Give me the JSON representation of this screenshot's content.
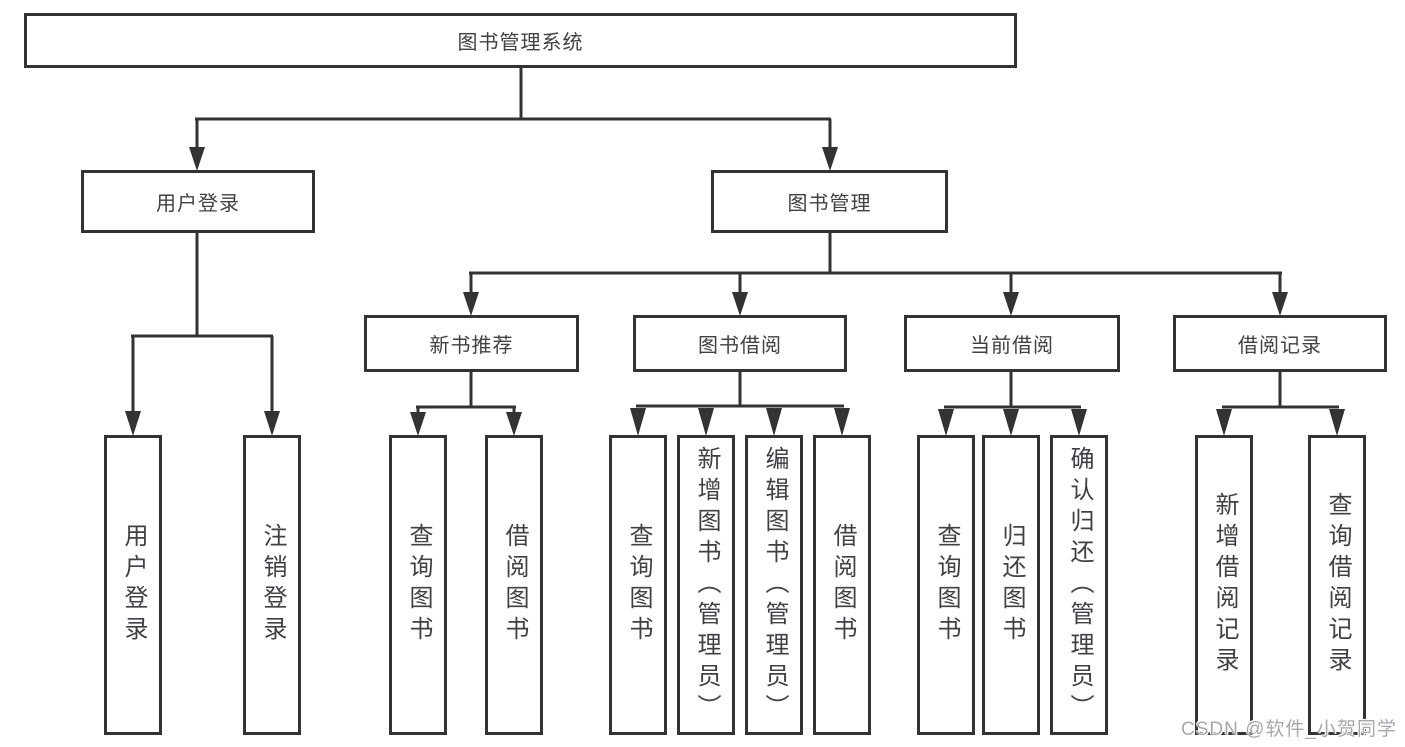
{
  "colors": {
    "line": "#333333",
    "box_border": "#333333",
    "text": "#404046",
    "watermark": "#a8a8ac",
    "background": "#ffffff"
  },
  "watermark": {
    "label": "CSDN @软件_小贺同学"
  },
  "tree": {
    "root": {
      "label": "图书管理系统"
    },
    "user_login": {
      "label": "用户登录",
      "children": [
        {
          "label": "用户登录"
        },
        {
          "label": "注销登录"
        }
      ]
    },
    "book_mgmt": {
      "label": "图书管理",
      "children": [
        {
          "label": "新书推荐",
          "children": [
            {
              "label": "查询图书"
            },
            {
              "label": "借阅图书"
            }
          ]
        },
        {
          "label": "图书借阅",
          "children": [
            {
              "label": "查询图书"
            },
            {
              "label": "新增图书（管理员）"
            },
            {
              "label": "编辑图书（管理员）"
            },
            {
              "label": "借阅图书"
            }
          ]
        },
        {
          "label": "当前借阅",
          "children": [
            {
              "label": "查询图书"
            },
            {
              "label": "归还图书"
            },
            {
              "label": "确认归还（管理员）"
            }
          ]
        },
        {
          "label": "借阅记录",
          "children": [
            {
              "label": "新增借阅记录"
            },
            {
              "label": "查询借阅记录"
            }
          ]
        }
      ]
    }
  }
}
